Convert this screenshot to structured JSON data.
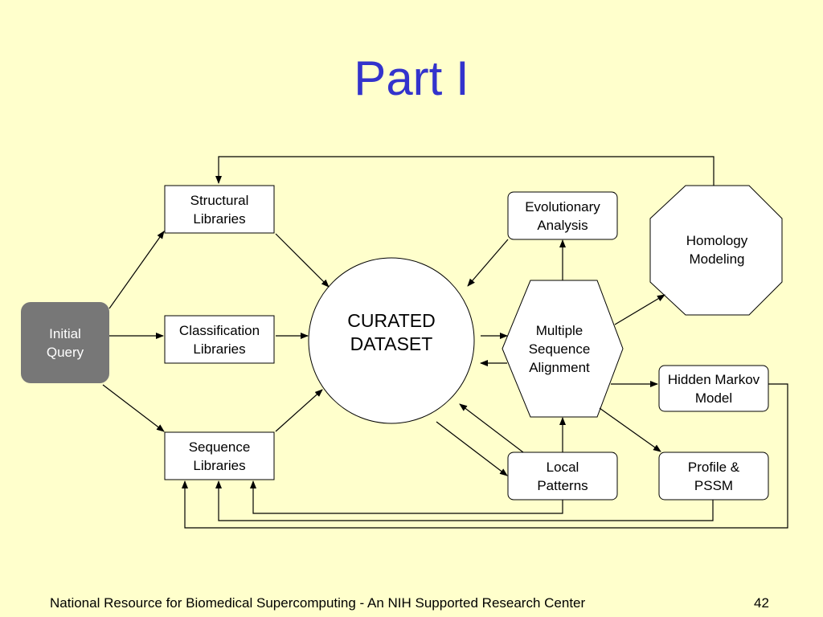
{
  "title": "Part I",
  "nodes": {
    "initial_query": {
      "line1": "Initial",
      "line2": "Query"
    },
    "structural_libraries": {
      "line1": "Structural",
      "line2": "Libraries"
    },
    "classification_libraries": {
      "line1": "Classification",
      "line2": "Libraries"
    },
    "sequence_libraries": {
      "line1": "Sequence",
      "line2": "Libraries"
    },
    "curated_dataset": {
      "line1": "CURATED",
      "line2": "DATASET"
    },
    "evolutionary_analysis": {
      "line1": "Evolutionary",
      "line2": "Analysis"
    },
    "multiple_sequence_alignment": {
      "line1": "Multiple",
      "line2": "Sequence",
      "line3": "Alignment"
    },
    "homology_modeling": {
      "line1": "Homology",
      "line2": "Modeling"
    },
    "hidden_markov_model": {
      "line1": "Hidden Markov",
      "line2": "Model"
    },
    "local_patterns": {
      "line1": "Local",
      "line2": "Patterns"
    },
    "profile_pssm": {
      "line1": "Profile &",
      "line2": "PSSM"
    }
  },
  "footer": {
    "text": "National Resource for Biomedical Supercomputing - An NIH Supported Research Center",
    "page_number": "42"
  },
  "colors": {
    "background": "#FFFFCC",
    "title": "#3333CC",
    "initial_query_fill": "#777777"
  }
}
